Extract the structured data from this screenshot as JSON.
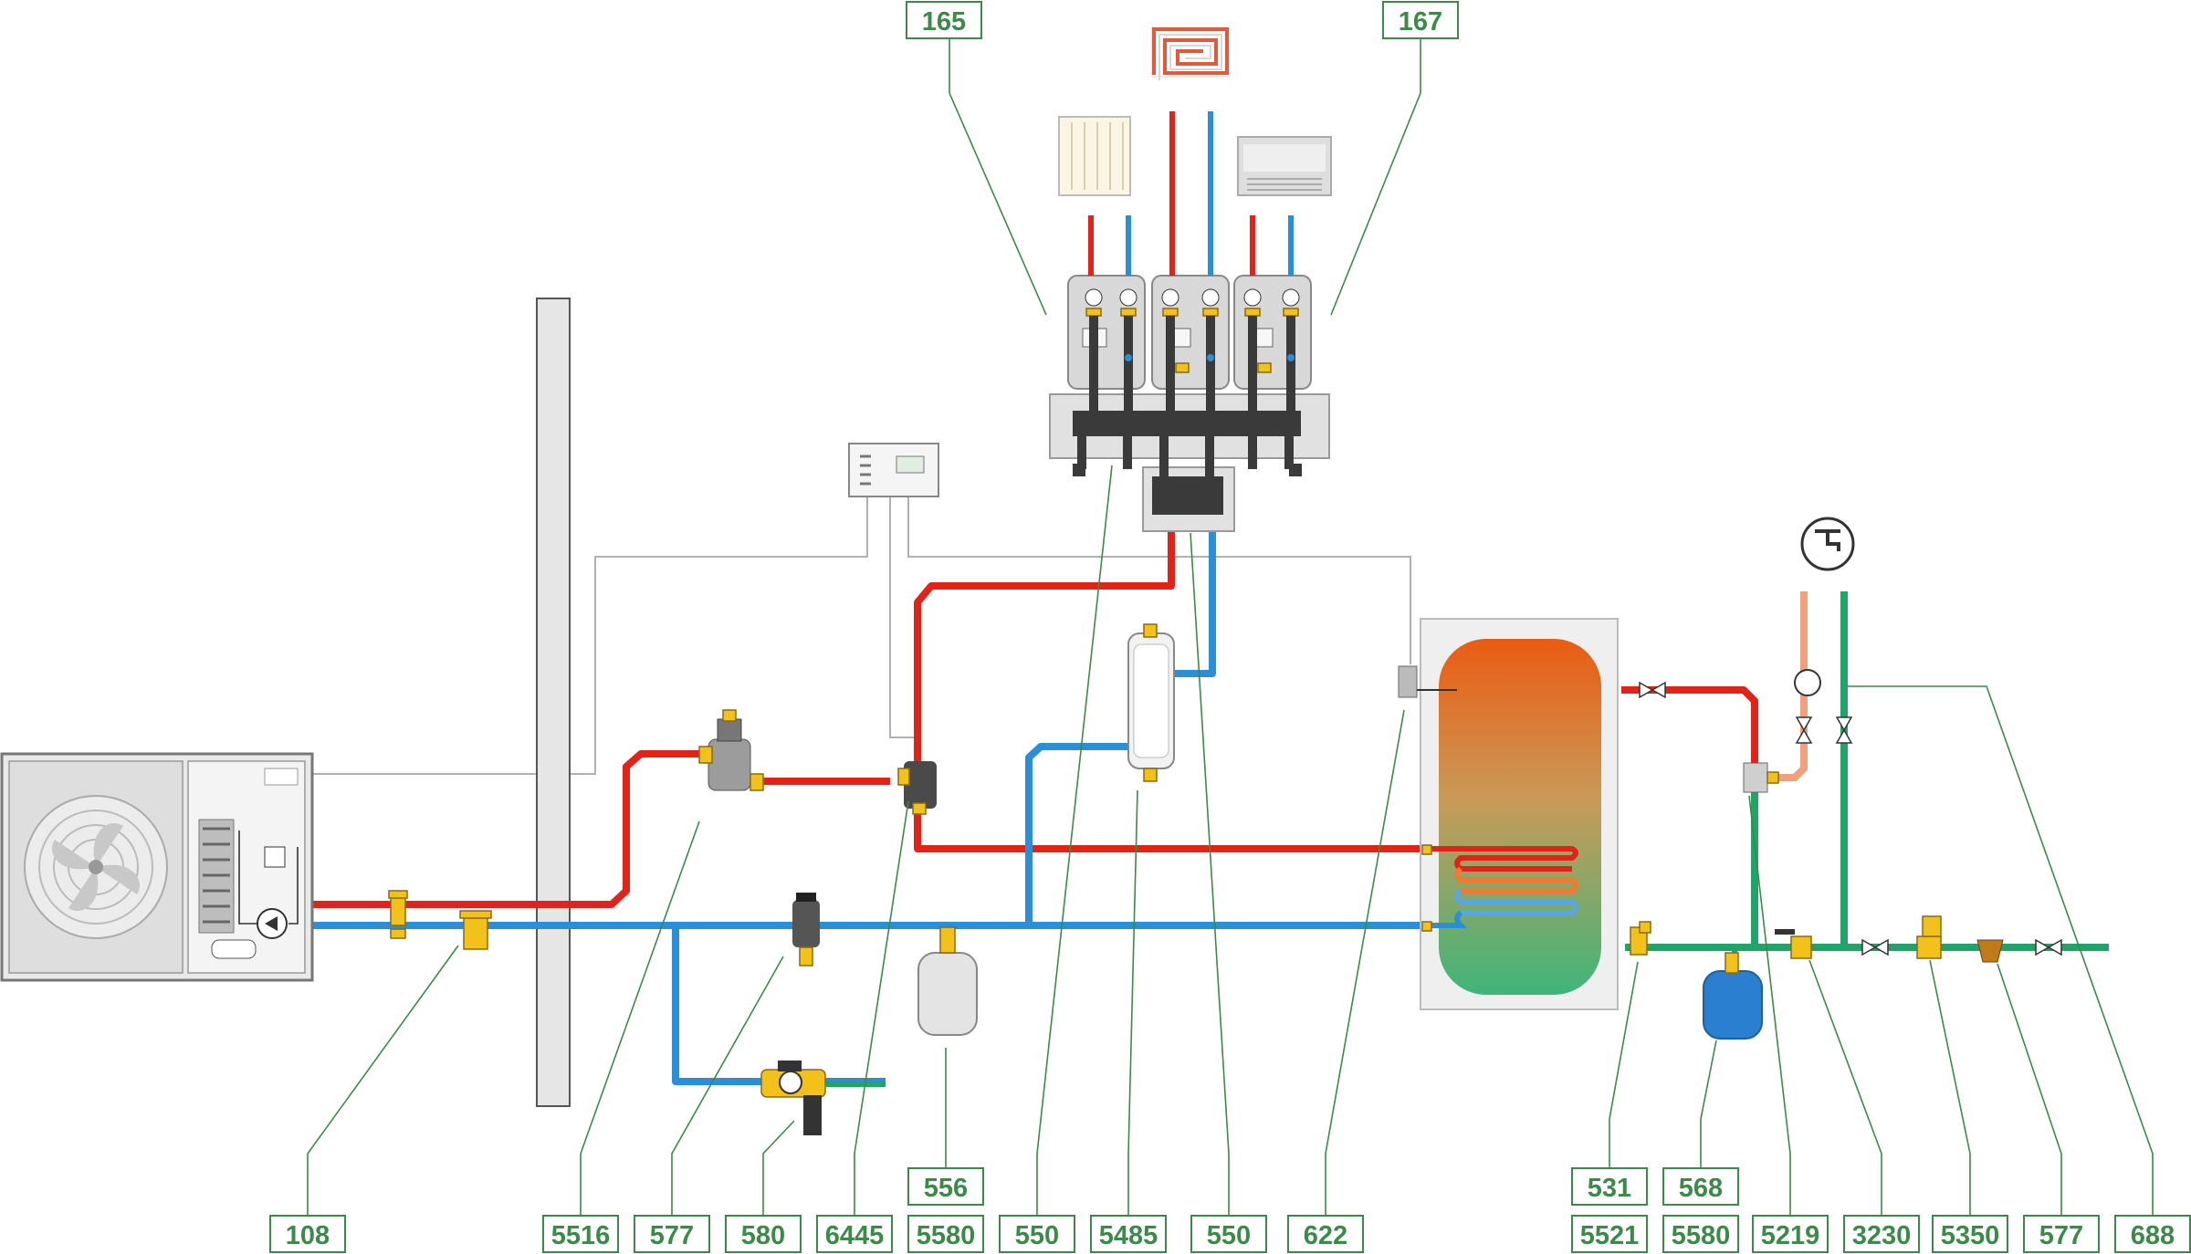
{
  "labels": {
    "l165": "165",
    "l167": "167",
    "l108": "108",
    "l5516": "5516",
    "l577a": "577",
    "l580": "580",
    "l6445": "6445",
    "l556": "556",
    "l5580a": "5580",
    "l550a": "550",
    "l5485": "5485",
    "l550b": "550",
    "l622": "622",
    "l531": "531",
    "l5521": "5521",
    "l568": "568",
    "l5580b": "5580",
    "l5219": "5219",
    "l3230": "3230",
    "l5350": "5350",
    "l577b": "577",
    "l688": "688"
  },
  "colors": {
    "supply": "#e2231a",
    "return": "#2a8fd6",
    "domestic_cold": "#21a36a",
    "domestic_hot": "#f1a07e",
    "label_green": "#3c8a4a"
  },
  "icons": [
    "heat-pump-unit",
    "radiator-icon",
    "underfloor-coil-icon",
    "fan-coil-icon",
    "controller-panel",
    "tap-icon",
    "storage-tank"
  ]
}
